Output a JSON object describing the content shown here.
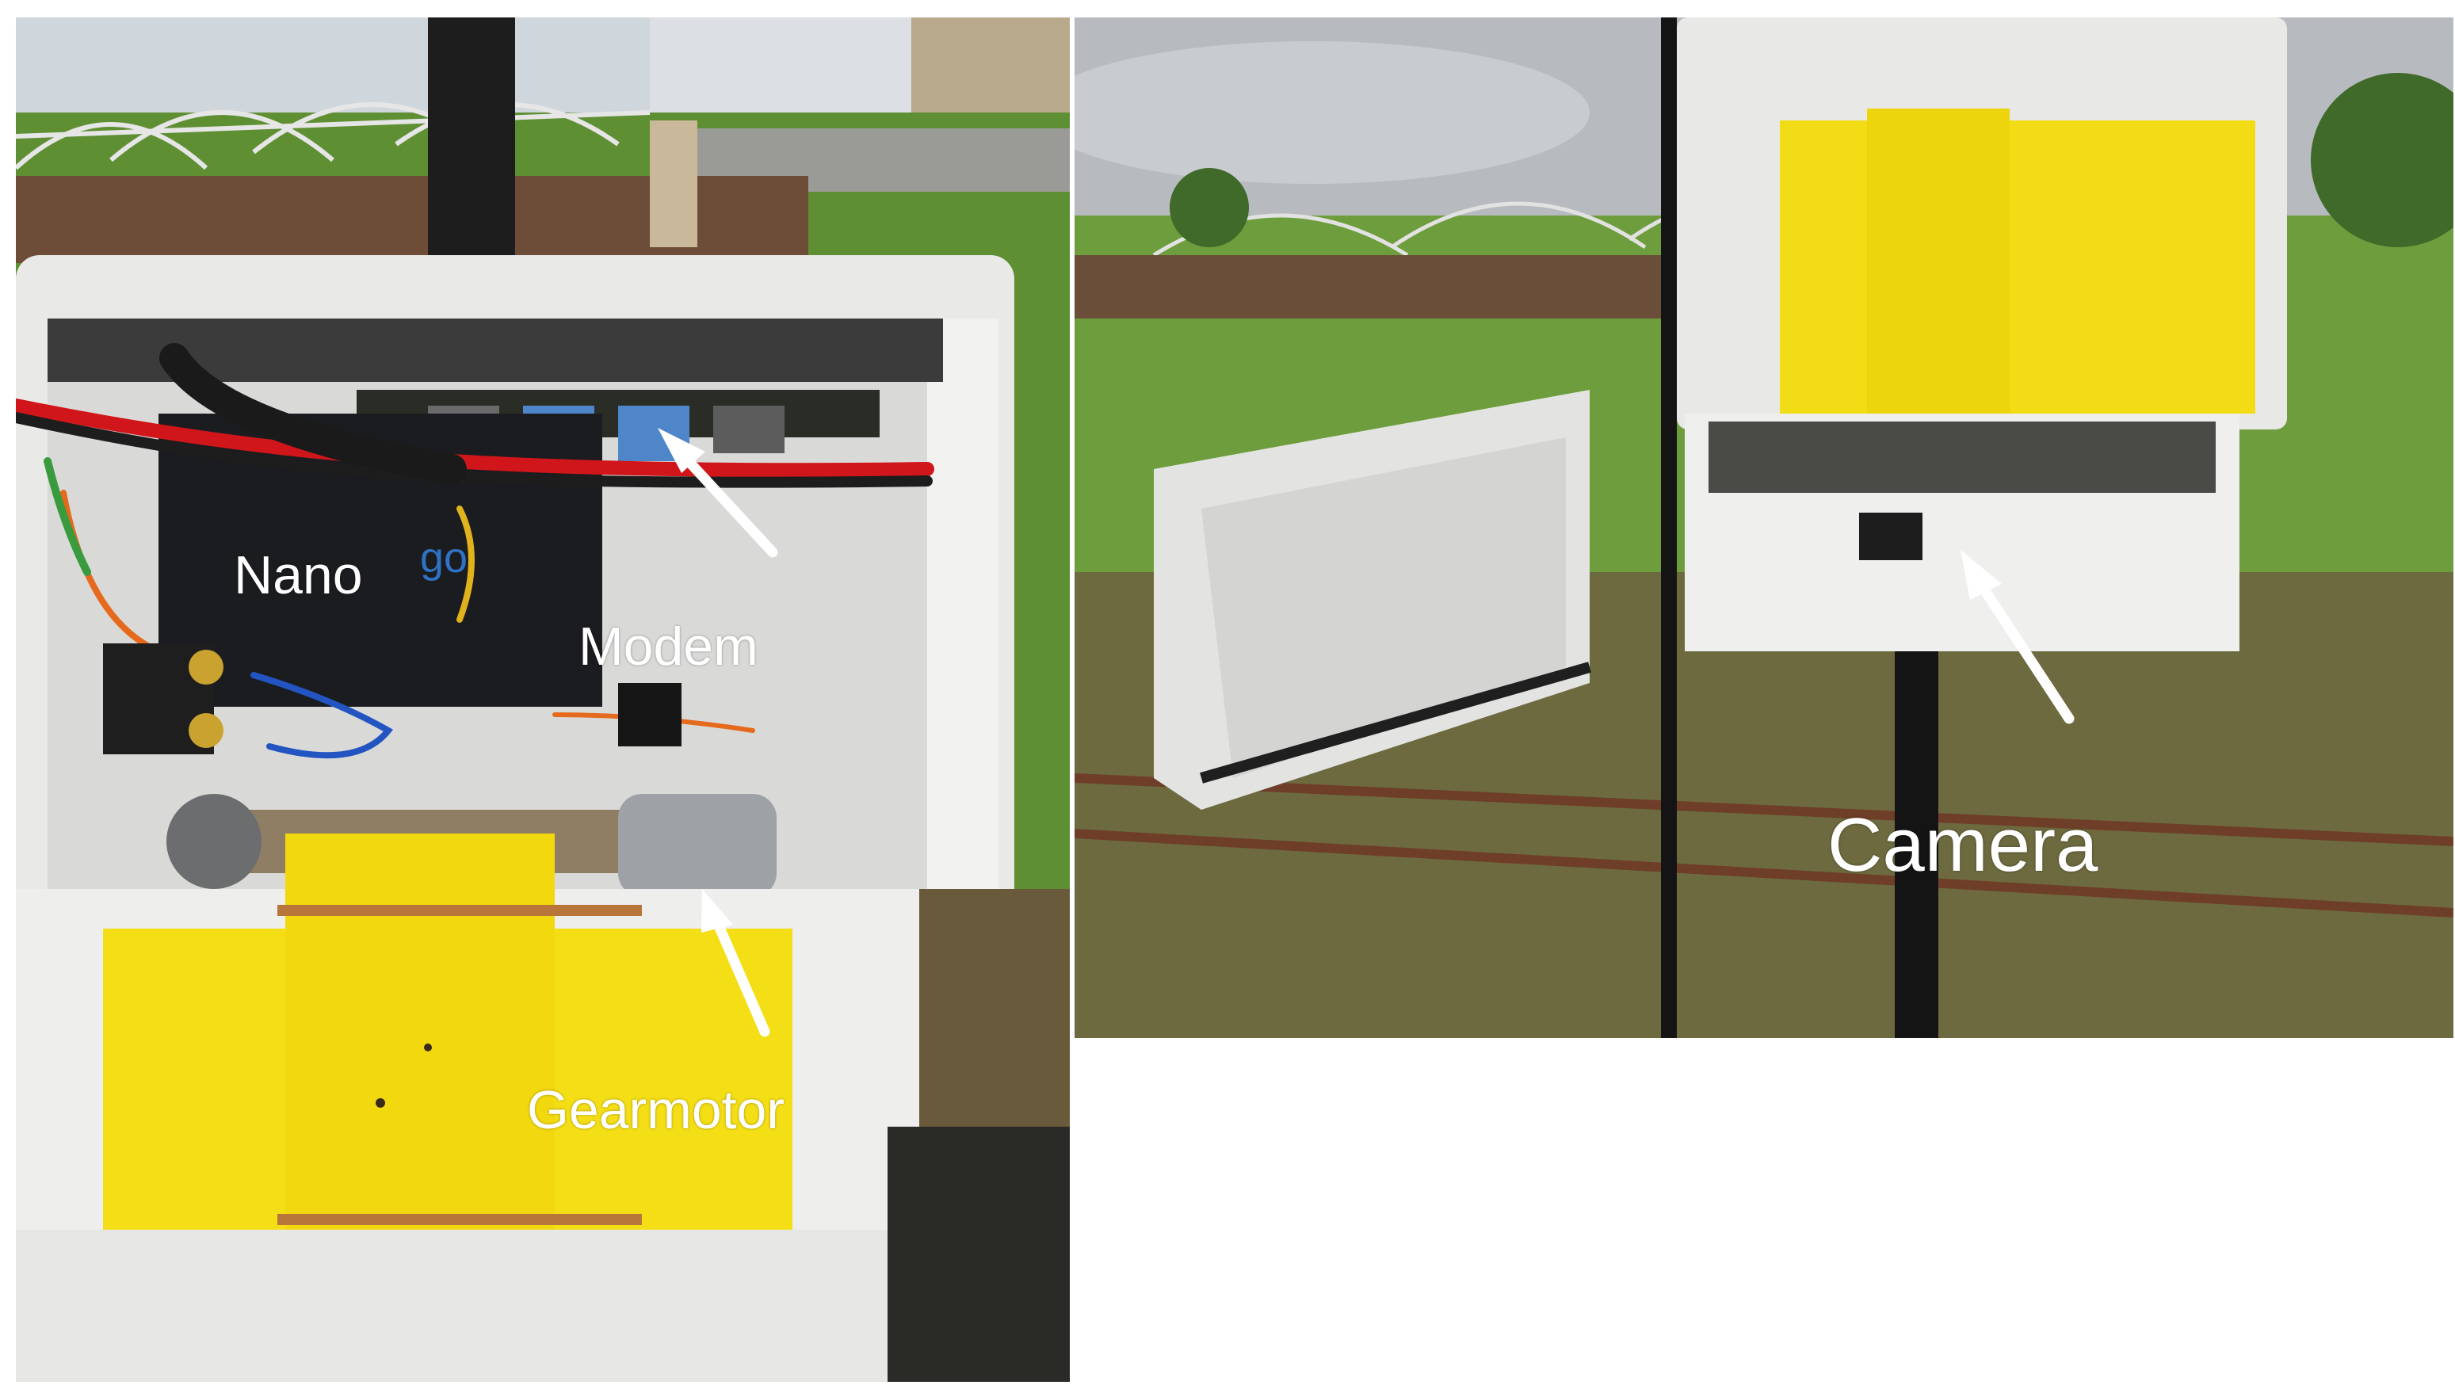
{
  "figure": {
    "left_photo": {
      "labels": {
        "nano": "Nano",
        "modem": "Modem",
        "gearmotor": "Gearmotor"
      },
      "board_logo_text": "go"
    },
    "right_photo": {
      "labels": {
        "camera": "Camera"
      }
    }
  },
  "colors": {
    "enclosure": "#ebecea",
    "tape": "#f4de16",
    "grass": "#6fa23b",
    "sky": "#b9bcc0",
    "arrow": "#ffffff"
  }
}
